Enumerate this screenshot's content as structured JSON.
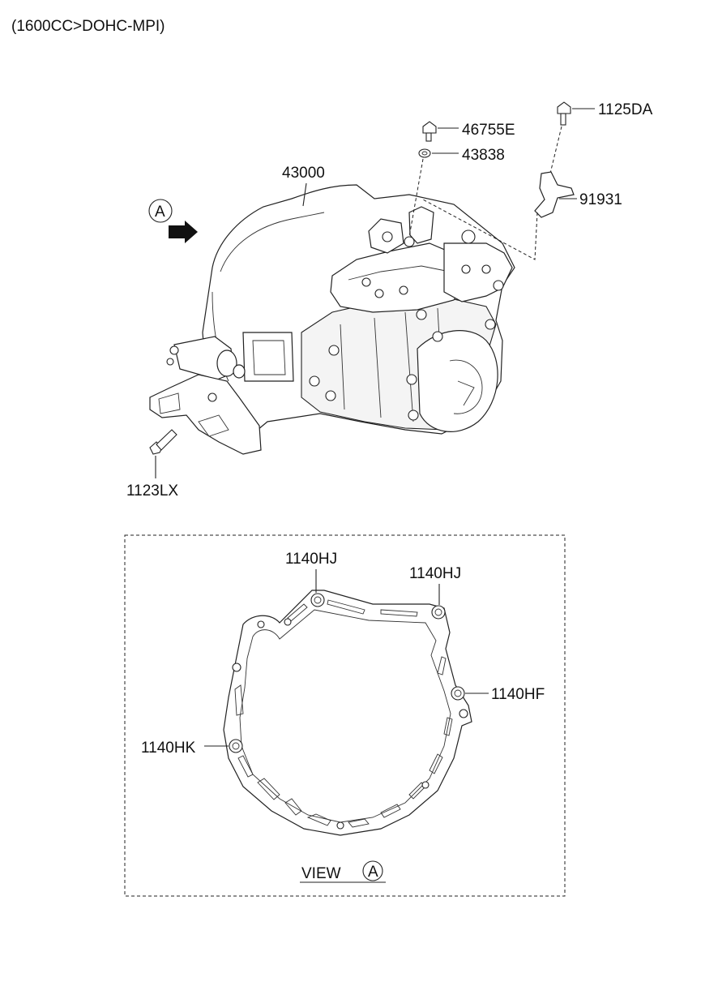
{
  "header": {
    "engine_spec": "(1600CC>DOHC-MPI)"
  },
  "parts": {
    "p1125DA": "1125DA",
    "p46755E": "46755E",
    "p43838": "43838",
    "p43000": "43000",
    "p91931": "91931",
    "p1123LX": "1123LX",
    "p1140HJ_left": "1140HJ",
    "p1140HJ_right": "1140HJ",
    "p1140HF": "1140HF",
    "p1140HK": "1140HK"
  },
  "view": {
    "marker_letter": "A",
    "caption_text": "VIEW",
    "caption_letter": "A"
  },
  "colors": {
    "line": "#222222",
    "background": "#ffffff"
  }
}
